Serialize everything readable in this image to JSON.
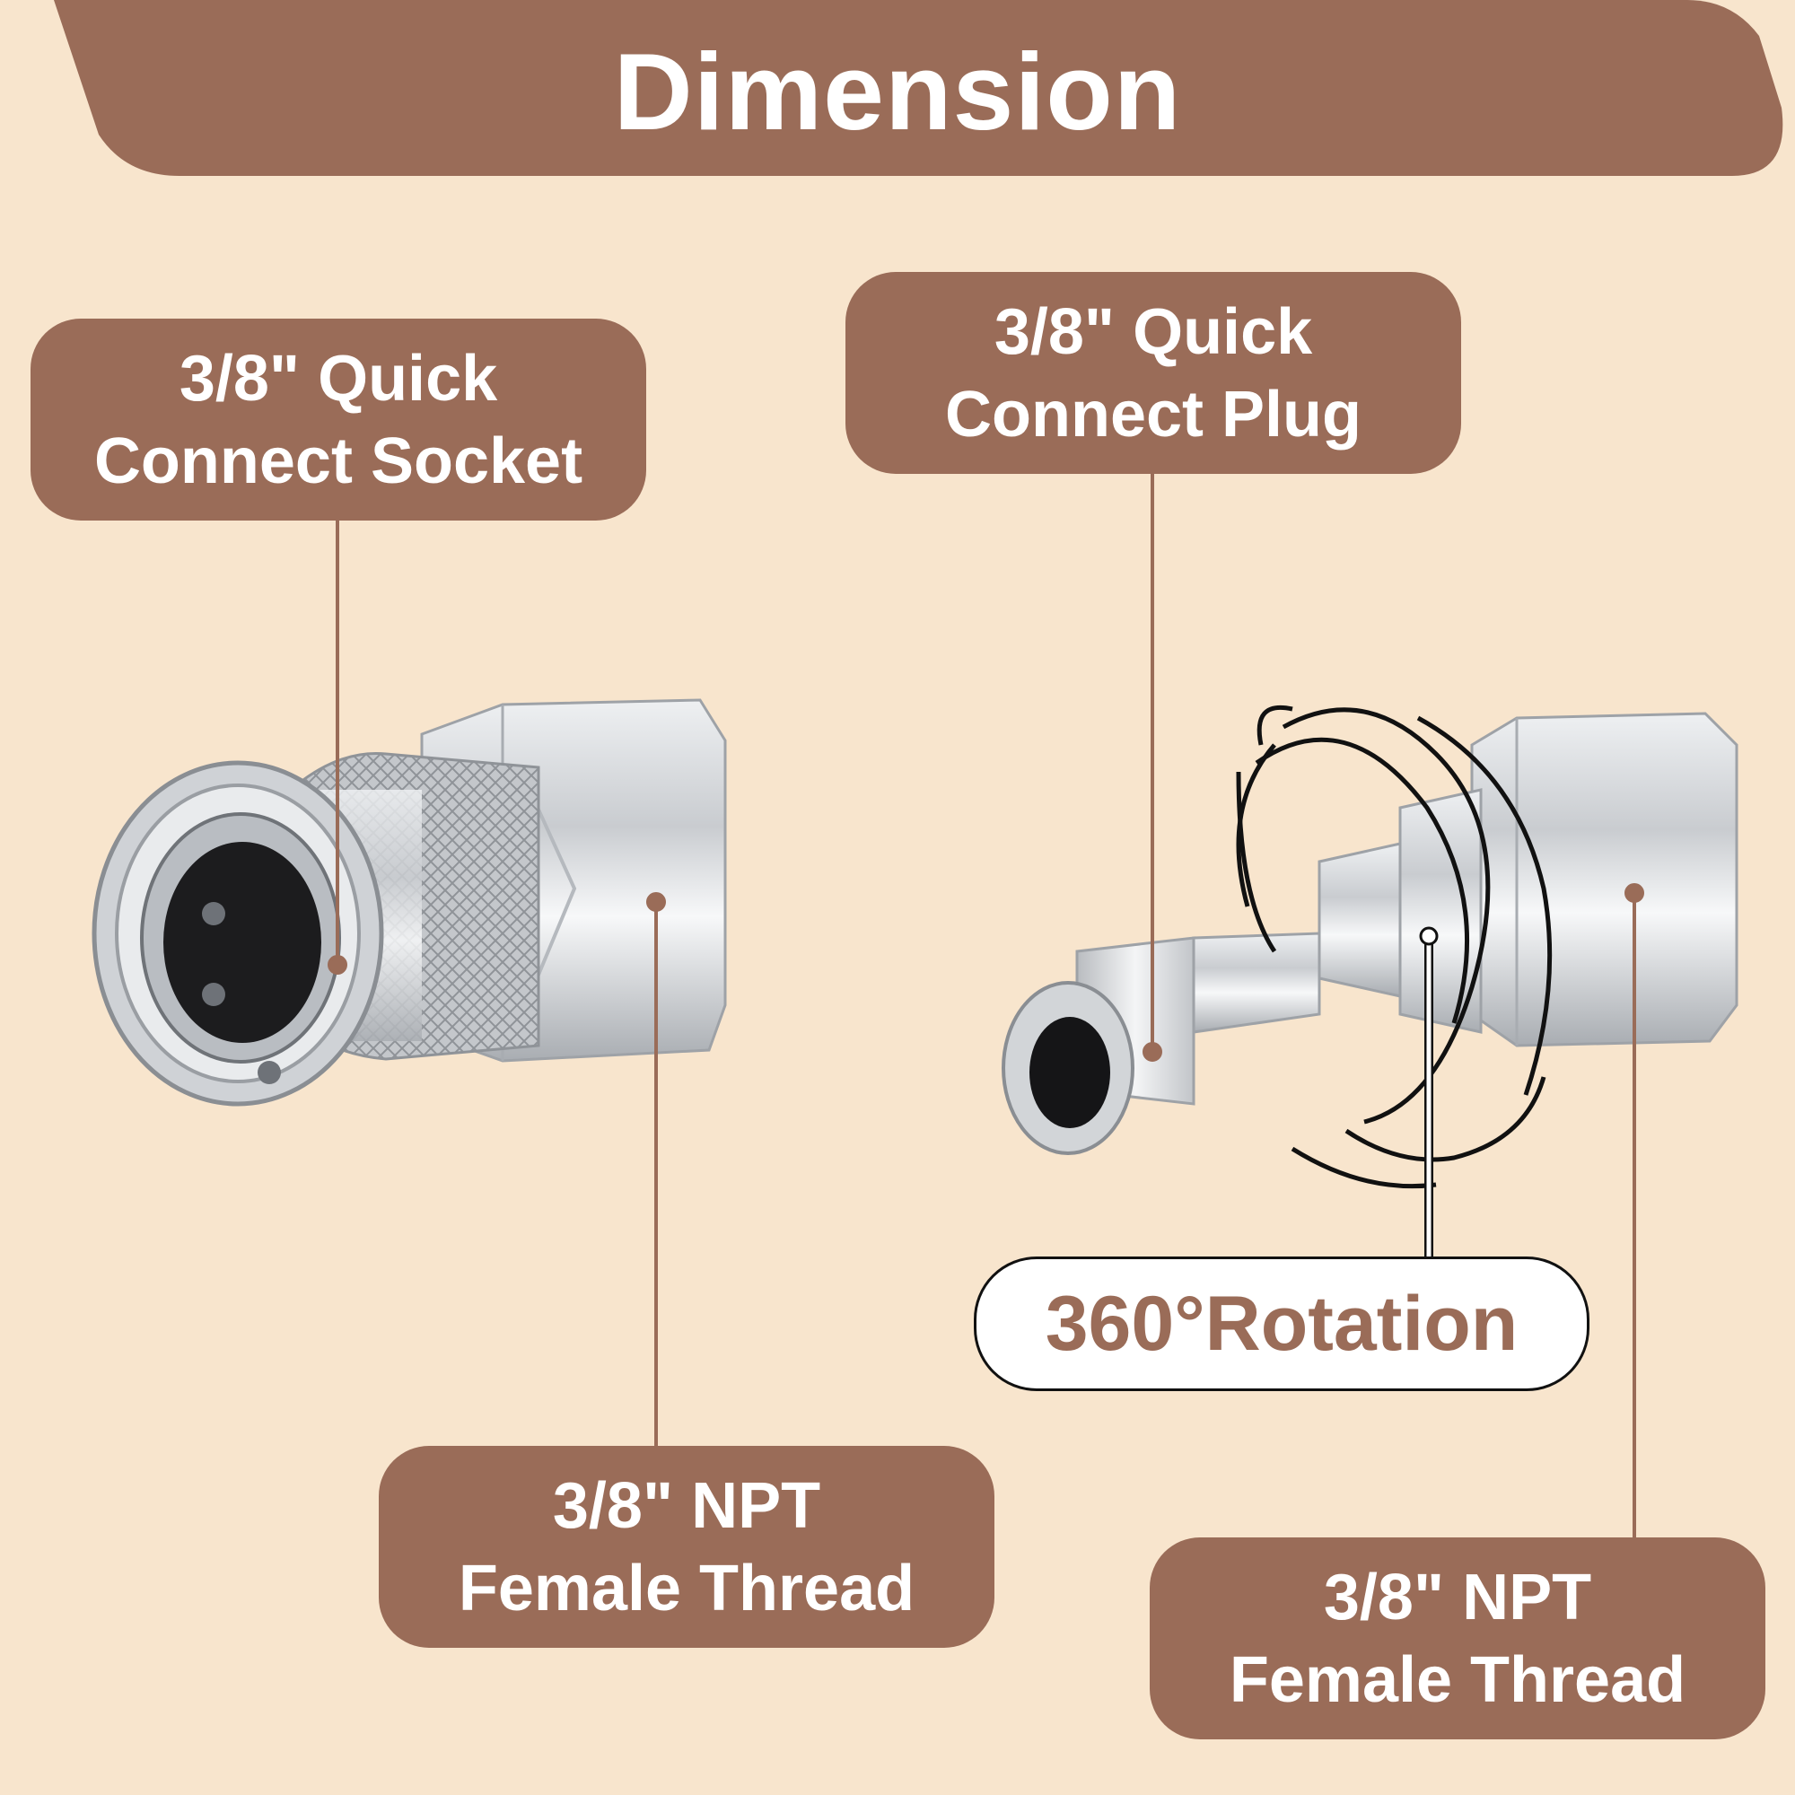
{
  "header": {
    "title": "Dimension"
  },
  "labels": {
    "socket": {
      "line1": "3/8\" Quick",
      "line2": "Connect Socket"
    },
    "plug": {
      "line1": "3/8\" Quick",
      "line2": "Connect Plug"
    },
    "thread_left": {
      "line1": "3/8\" NPT",
      "line2": "Female Thread"
    },
    "thread_right": {
      "line1": "3/8\" NPT",
      "line2": "Female Thread"
    },
    "rotation": "360°Rotation"
  },
  "colors": {
    "background": "#f8e5cd",
    "accent": "#9a6c58",
    "text_light": "#ffffff"
  }
}
